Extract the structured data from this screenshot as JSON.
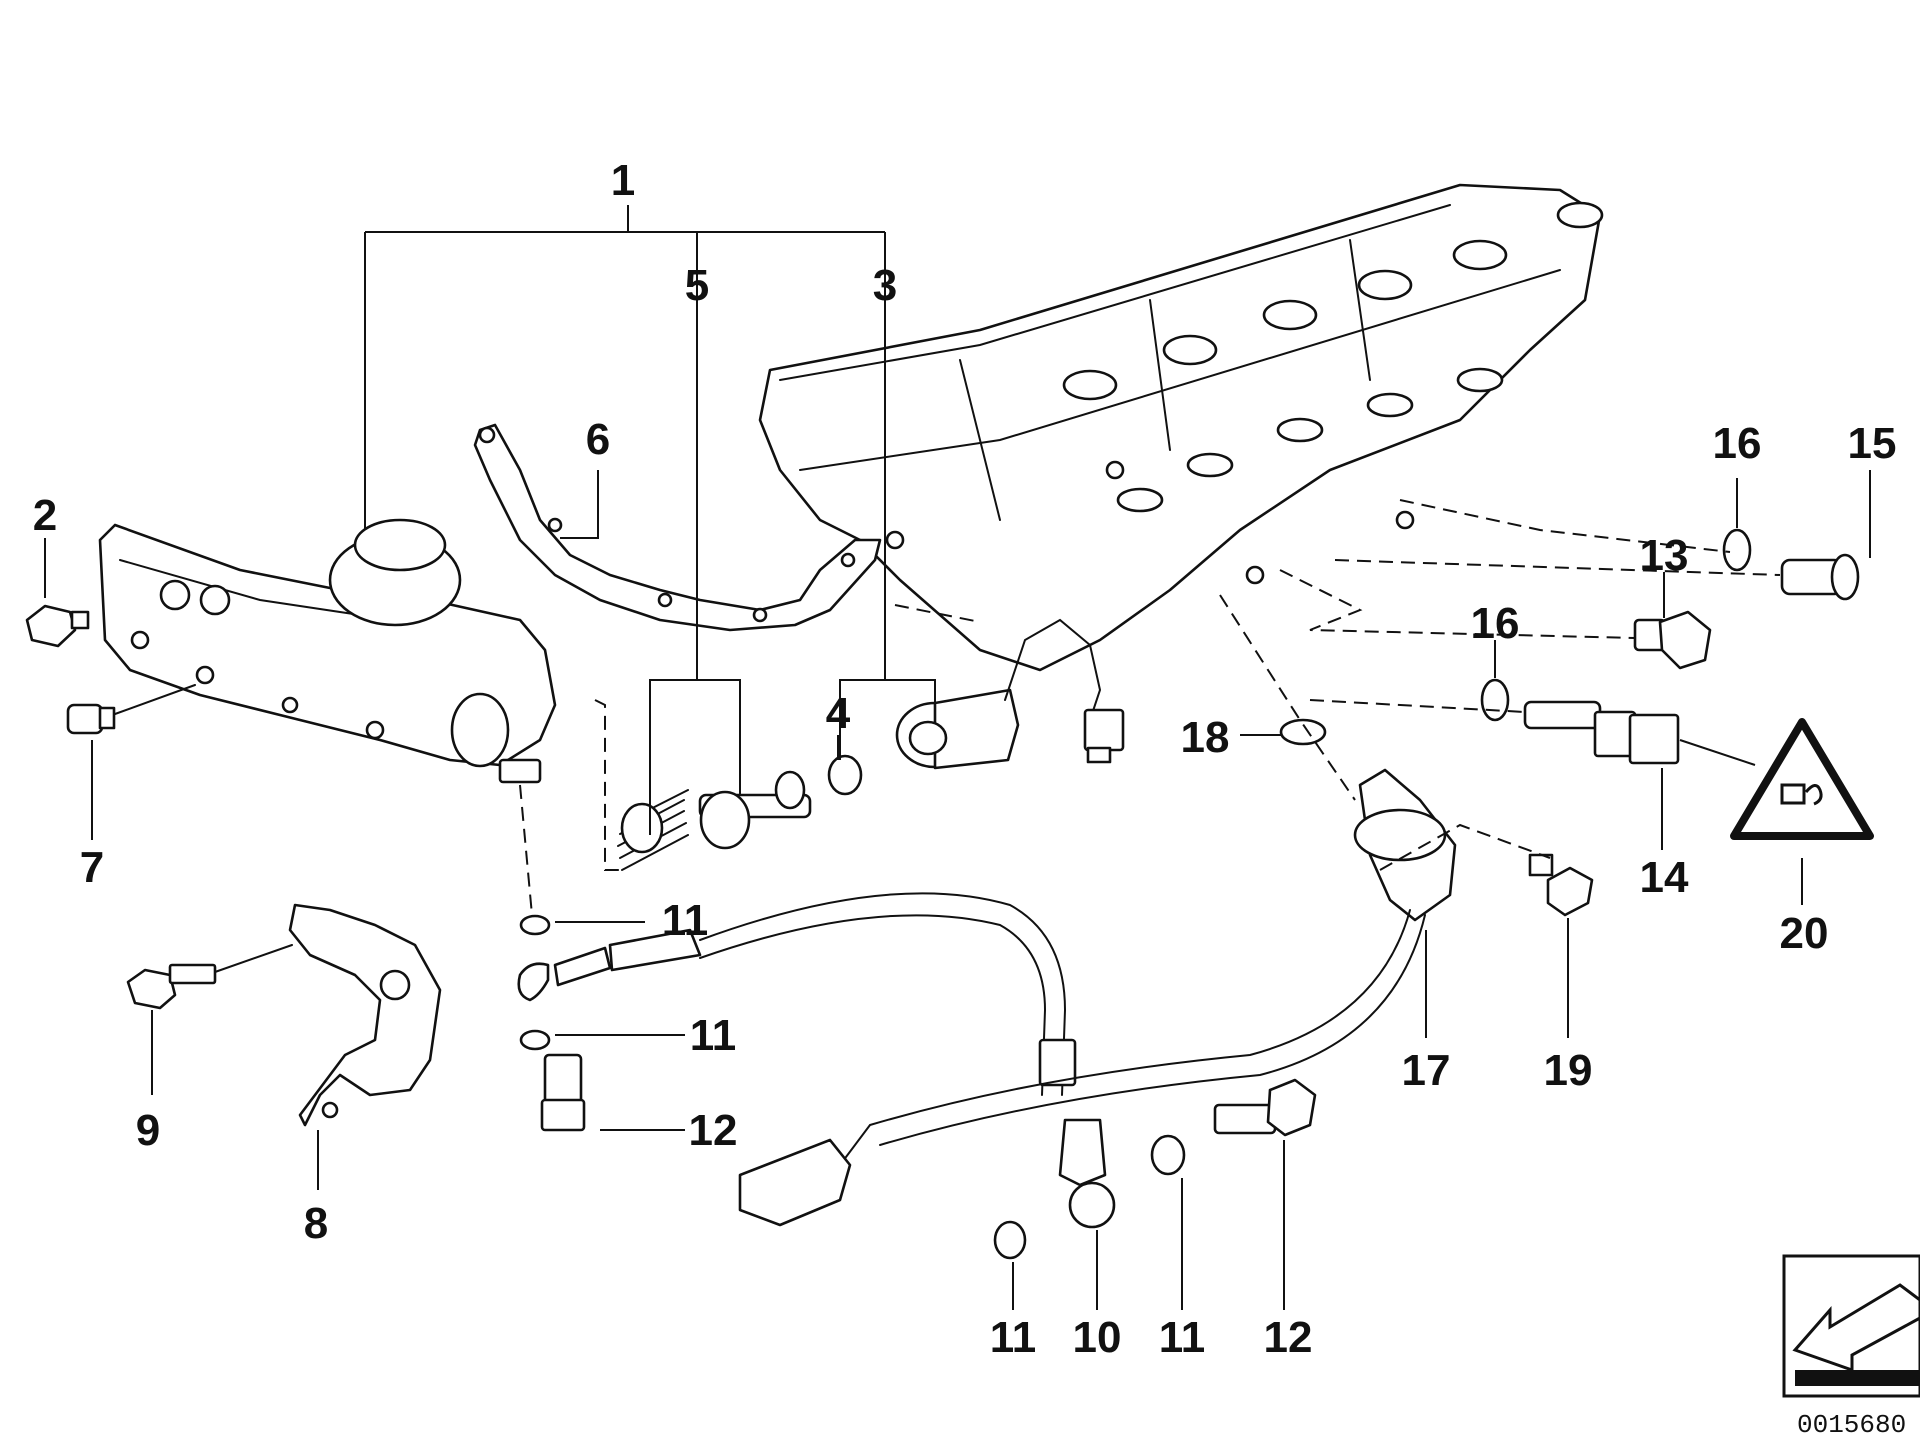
{
  "labels": {
    "p1": "1",
    "p2": "2",
    "p3": "3",
    "p4": "4",
    "p5": "5",
    "p6": "6",
    "p7": "7",
    "p8": "8",
    "p9": "9",
    "p10": "10",
    "p11a": "11",
    "p11b": "11",
    "p11c": "11",
    "p11d": "11",
    "p12a": "12",
    "p12b": "12",
    "p13": "13",
    "p14": "14",
    "p15": "15",
    "p16a": "16",
    "p16b": "16",
    "p17": "17",
    "p18": "18",
    "p19": "19",
    "p20": "20"
  },
  "document_number": "0015680",
  "icons": {
    "warning": "warning-triangle-icon",
    "orientation": "direction-arrow-icon"
  }
}
